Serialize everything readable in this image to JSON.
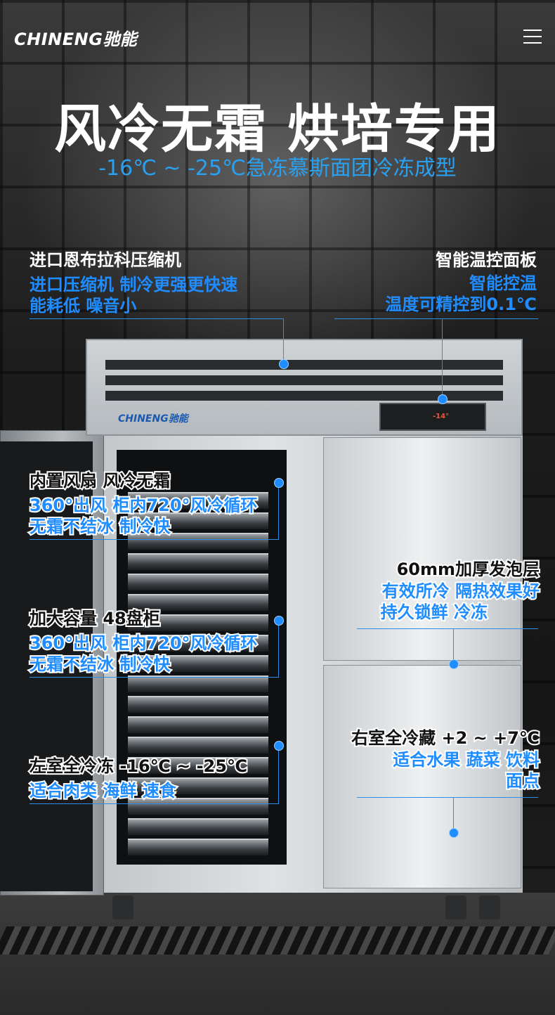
{
  "brand": {
    "logo": "CHINENG驰能"
  },
  "hero": {
    "title": "风冷无霜 烘培专用",
    "subtitle": "-16℃ ~ -25℃急冻慕斯面团冷冻成型"
  },
  "fridge": {
    "logo": "CHINENG驰能",
    "display": "-14°"
  },
  "features": [
    {
      "title": "进口恩布拉科压缩机",
      "lines": [
        "进口压缩机 制冷更强更快速",
        "能耗低 噪音小"
      ]
    },
    {
      "title": "智能温控面板",
      "lines": [
        "智能控温",
        "温度可精控到0.1℃"
      ]
    },
    {
      "title": "内置风扇 风冷无霜",
      "lines": [
        "360°出风 柜内720°风冷循环",
        "无霜不结冰 制冷快"
      ]
    },
    {
      "title": "60mm加厚发泡层",
      "lines": [
        "有效所冷 隔热效果好",
        "持久锁鲜 冷冻"
      ]
    },
    {
      "title": "加大容量 48盘柜",
      "lines": [
        "360°出风 柜内720°风冷循环",
        "无霜不结冰 制冷快"
      ]
    },
    {
      "title": "右室全冷藏 +2 ~ +7℃",
      "lines": [
        "适合水果 蔬菜 饮料",
        "面点"
      ]
    },
    {
      "title": "左室全冷冻 -16℃ ~ -25℃",
      "lines": [
        "适合肉类 海鲜 速食"
      ]
    }
  ],
  "colors": {
    "accent": "#1f8cff",
    "subtitle": "#2aa0f0",
    "background": "#141414"
  },
  "icons": {
    "menu": "hamburger-menu-icon"
  }
}
